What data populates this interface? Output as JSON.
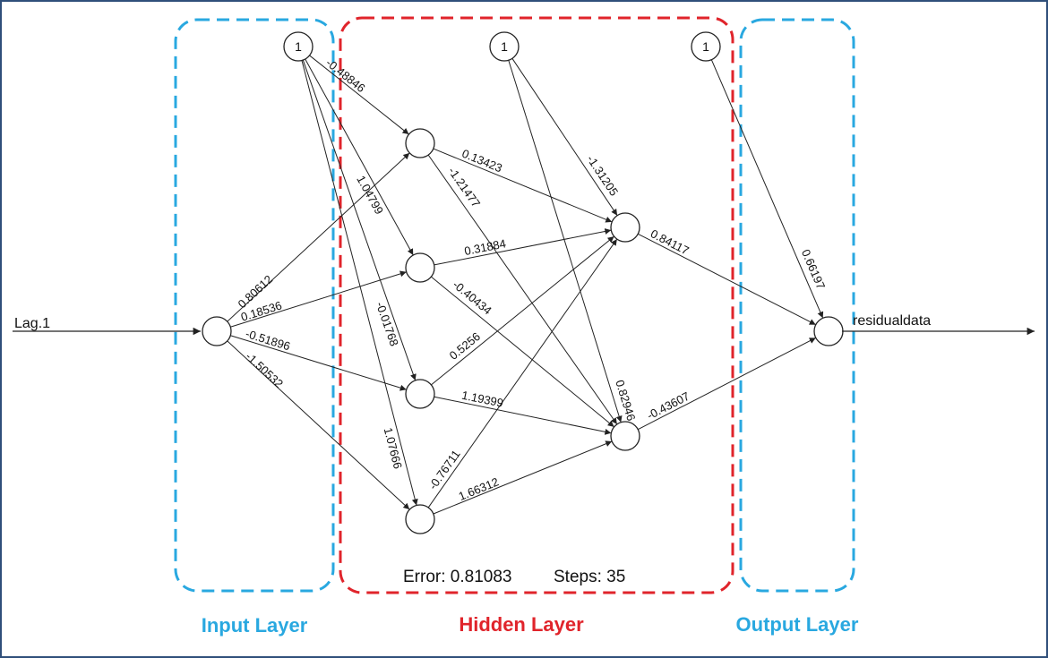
{
  "colors": {
    "input_layer": "#29a8e0",
    "hidden_layer": "#e0242b",
    "output_layer": "#29a8e0",
    "frame": "#2f4f7a",
    "edge": "#222222"
  },
  "input_label": "Lag.1",
  "output_label": "residualdata",
  "bias_label": "1",
  "summary": {
    "error": "Error: 0.81083",
    "steps": "Steps: 35"
  },
  "layers": {
    "input": "Input Layer",
    "hidden": "Hidden Layer",
    "output": "Output Layer"
  },
  "weights": {
    "b1_h1": "-0.48846",
    "b1_h2": "1.04799",
    "b1_h3": "-0.01768",
    "b1_h4": "1.07666",
    "in_h1": "0.80612",
    "in_h2": "0.18536",
    "in_h3": "-0.51896",
    "in_h4": "-1.50532",
    "h1_o1": "0.13423",
    "h1_o2": "-1.21477",
    "h2_o1": "0.31884",
    "h2_o2": "-0.40434",
    "h3_o1": "0.5256",
    "h3_o2": "1.19399",
    "h4_o1": "-0.76711",
    "h4_o2": "1.66312",
    "b2_o1": "-1.31205",
    "b2_o2": "0.82946",
    "o1_out": "0.84117",
    "o2_out": "-0.43607",
    "b3_out": "0.66197"
  }
}
